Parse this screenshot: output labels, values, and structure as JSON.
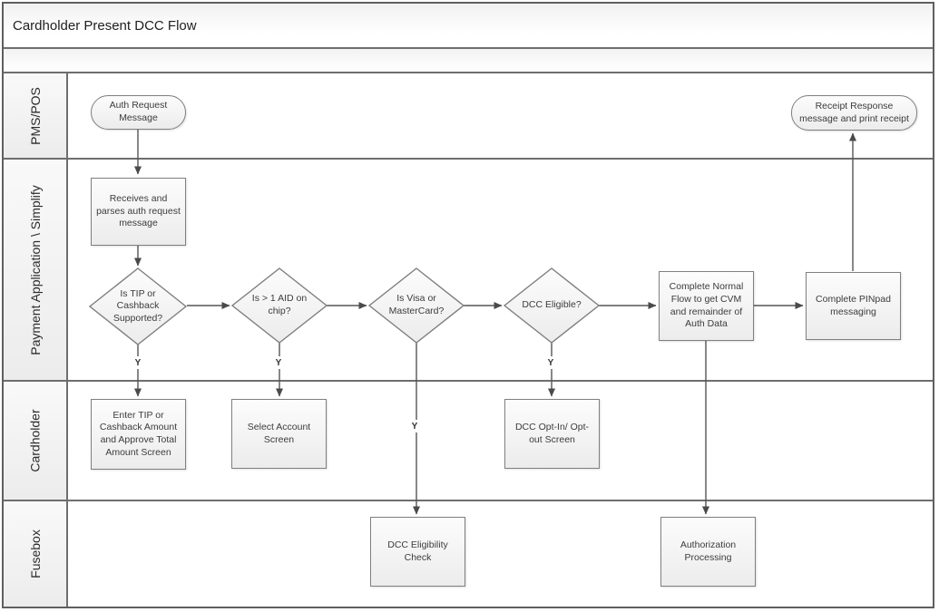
{
  "title": "Cardholder Present DCC Flow",
  "lanes": [
    {
      "label": "PMS/POS"
    },
    {
      "label": "Payment Application \\ Simplify"
    },
    {
      "label": "Cardholder"
    },
    {
      "label": "Fusebox"
    }
  ],
  "nodes": {
    "auth_request": {
      "label": "Auth Request Message",
      "type": "terminator"
    },
    "receipt_response": {
      "label": "Receipt Response message and print receipt",
      "type": "terminator"
    },
    "receives_parses": {
      "label": "Receives and parses auth request message",
      "type": "process"
    },
    "is_tip_cashback": {
      "label": "Is TIP  or Cashback Supported?",
      "type": "decision"
    },
    "is_aid": {
      "label": "Is > 1 AID on chip?",
      "type": "decision"
    },
    "is_visa_mc": {
      "label": "Is Visa or MasterCard?",
      "type": "decision"
    },
    "dcc_eligible": {
      "label": "DCC Eligible?",
      "type": "decision"
    },
    "complete_normal_flow": {
      "label": "Complete Normal Flow to get CVM and remainder of Auth Data",
      "type": "process"
    },
    "complete_pinpad": {
      "label": "Complete PINpad messaging",
      "type": "process"
    },
    "enter_tip": {
      "label": "Enter TIP or Cashback Amount and Approve Total Amount Screen",
      "type": "process"
    },
    "select_account": {
      "label": "Select Account Screen",
      "type": "process"
    },
    "dcc_opt": {
      "label": "DCC Opt-In/ Opt-out Screen",
      "type": "process"
    },
    "dcc_eligibility_check": {
      "label": "DCC Eligibility Check",
      "type": "process"
    },
    "authorization_processing": {
      "label": "Authorization Processing",
      "type": "process"
    }
  },
  "edge_labels": {
    "yes": "Y"
  },
  "colors": {
    "frame_border": "#5f5f5f",
    "lane_line": "#6e6e6e",
    "shape_border": "#7f7f7f",
    "shape_fill_top": "#fcfcfc",
    "shape_fill_bottom": "#ececec",
    "arrow": "#4a4a4a",
    "text": "#3c3c3c"
  }
}
